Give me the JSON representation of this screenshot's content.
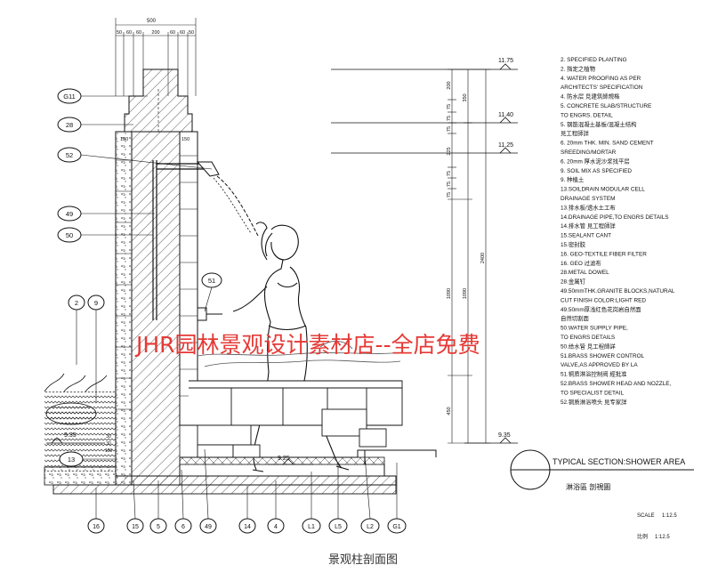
{
  "caption": "景观柱剖面图",
  "watermark": "JHR园林景观设计素材店--全店免费",
  "top_dims": {
    "overall": "500",
    "parts": [
      "50",
      "60",
      "60",
      "200",
      "60",
      "60",
      "50"
    ]
  },
  "column_dims": [
    "150",
    "150"
  ],
  "levels": [
    "11.75",
    "11.40",
    "11.25",
    "9.35",
    "9.35",
    "9.25"
  ],
  "right_dims": [
    "200",
    "350",
    "75",
    "75",
    "75",
    "225",
    "75",
    "75",
    "75",
    "1090",
    "1090",
    "2400",
    "450"
  ],
  "bottom_small_dims": [
    "30",
    "30",
    "100"
  ],
  "left_callouts": [
    "G11",
    "28",
    "52",
    "49",
    "50",
    "2",
    "9",
    "13"
  ],
  "other_callouts": [
    "51"
  ],
  "bottom_callouts": [
    "16",
    "15",
    "5",
    "6",
    "49",
    "14",
    "4",
    "L1",
    "L5",
    "L2",
    "G1"
  ],
  "notes": [
    "2. SPECIFIED PLANTING",
    "2. 指定之植物",
    "4. WATER PROOFING AS PER",
    "   ARCHITECTS' SPECIFICATION",
    "4. 防水层 見建筑師規格",
    "5. CONCRETE SLAB/STRUCTURE",
    "   TO ENGRS. DETAIL",
    "5. 钢筋混凝土基板/混凝土结构",
    "   見工程師詳",
    "6. 20mm THK. MIN. SAND CEMENT",
    "   SREEDING/MORTAR",
    "6. 20mm 厚水泥沙浆找平层",
    "9. SOIL MIX AS SPECIFIED",
    "9. 种植土",
    "13.SOILDRAIN MODULAR CELL",
    "   DRAINAGE SYSTEM",
    "13.排水板/透水土工布",
    "14.DRAINAGE PIPE,TO ENGRS DETAILS",
    "14.排水管 見工程師詳",
    "15.SEALANT CANT",
    "15.密封胶",
    "16. GEO-TEXTILE FIBER FILTER",
    "16. GEO 过滤布",
    "28.METAL DOWEL",
    "28.金属钉",
    "49.50mmTHK.GRANITE BLOCKS,NATURAL",
    "   CUT FINISH COLOR:LIGHT RED",
    "49.50mm厚浅红色花岗岩自然面",
    "   自然切割面",
    "50.WATER SUPPLY PIPE,",
    "   TO ENGRS DETAILS",
    "50.给水管 見工程師詳",
    "51.BRASS SHOWER CONTROL",
    "   VALVE,AS APPROVED BY LA",
    "51.铜质淋浴控制阀 經批准",
    "52.BRASS SHOWER HEAD AND NOZZLE,",
    "   TO SPECIALIST DETAIL",
    "52.铜质淋浴喷头 見专家詳"
  ],
  "title": "TYPICAL SECTION:SHOWER AREA",
  "title_cn": "淋浴區 剖視圖",
  "scale_label": "SCALE",
  "scale_value": "1:12.5",
  "scale_label_cn": "比例",
  "scale_value_cn": "1:12.5",
  "colors": {
    "line": "#1a1a1a",
    "watermark": "#e53935",
    "caption": "#333333"
  }
}
